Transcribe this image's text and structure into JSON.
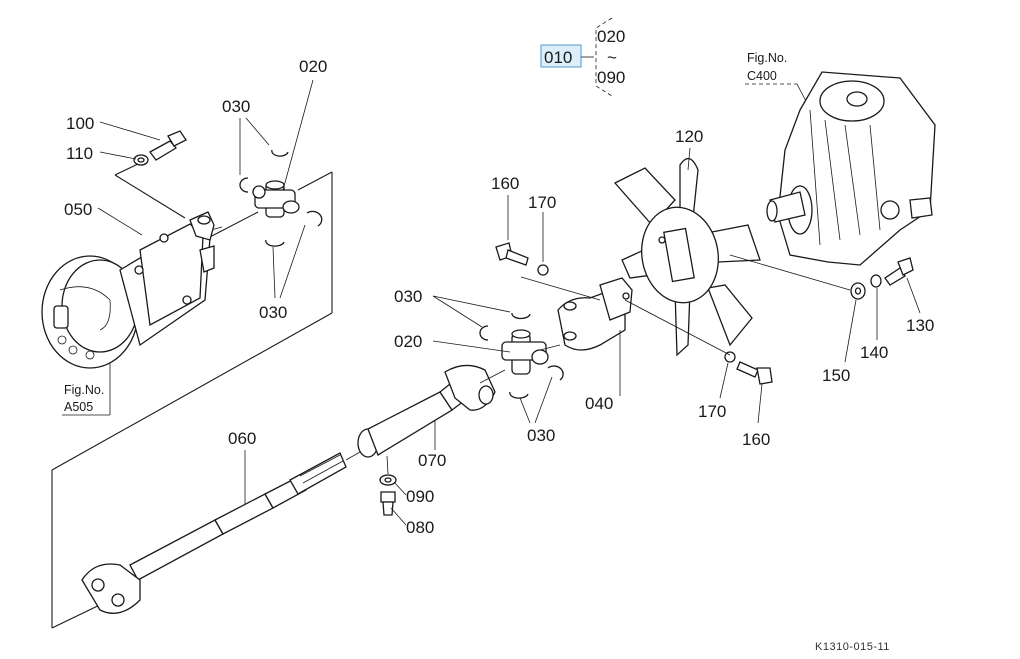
{
  "diagram": {
    "title": "Exploded parts diagram - drive shaft and fan",
    "drawing_code": "K1310-015-11",
    "assembly": {
      "selected_part": "010",
      "range_start": "020",
      "range_sep": "~",
      "range_end": "090"
    },
    "figure_refs": [
      {
        "label": "Fig.No.",
        "code": "C400"
      },
      {
        "label": "Fig.No.",
        "code": "A505"
      }
    ],
    "callouts": {
      "p100": "100",
      "p110": "110",
      "p050": "050",
      "p020_top": "020",
      "p030_top_a": "030",
      "p030_top_b": "030",
      "p160_top": "160",
      "p170_top": "170",
      "p120": "120",
      "p030_mid_a": "030",
      "p020_mid": "020",
      "p040": "040",
      "p030_mid_b": "030",
      "p070": "070",
      "p060": "060",
      "p090": "090",
      "p080": "080",
      "p170_bot": "170",
      "p160_bot": "160",
      "p150": "150",
      "p140": "140",
      "p130": "130"
    },
    "accent": {
      "highlight_fill": "#dbeefa",
      "highlight_border": "#6aa8d6"
    }
  }
}
